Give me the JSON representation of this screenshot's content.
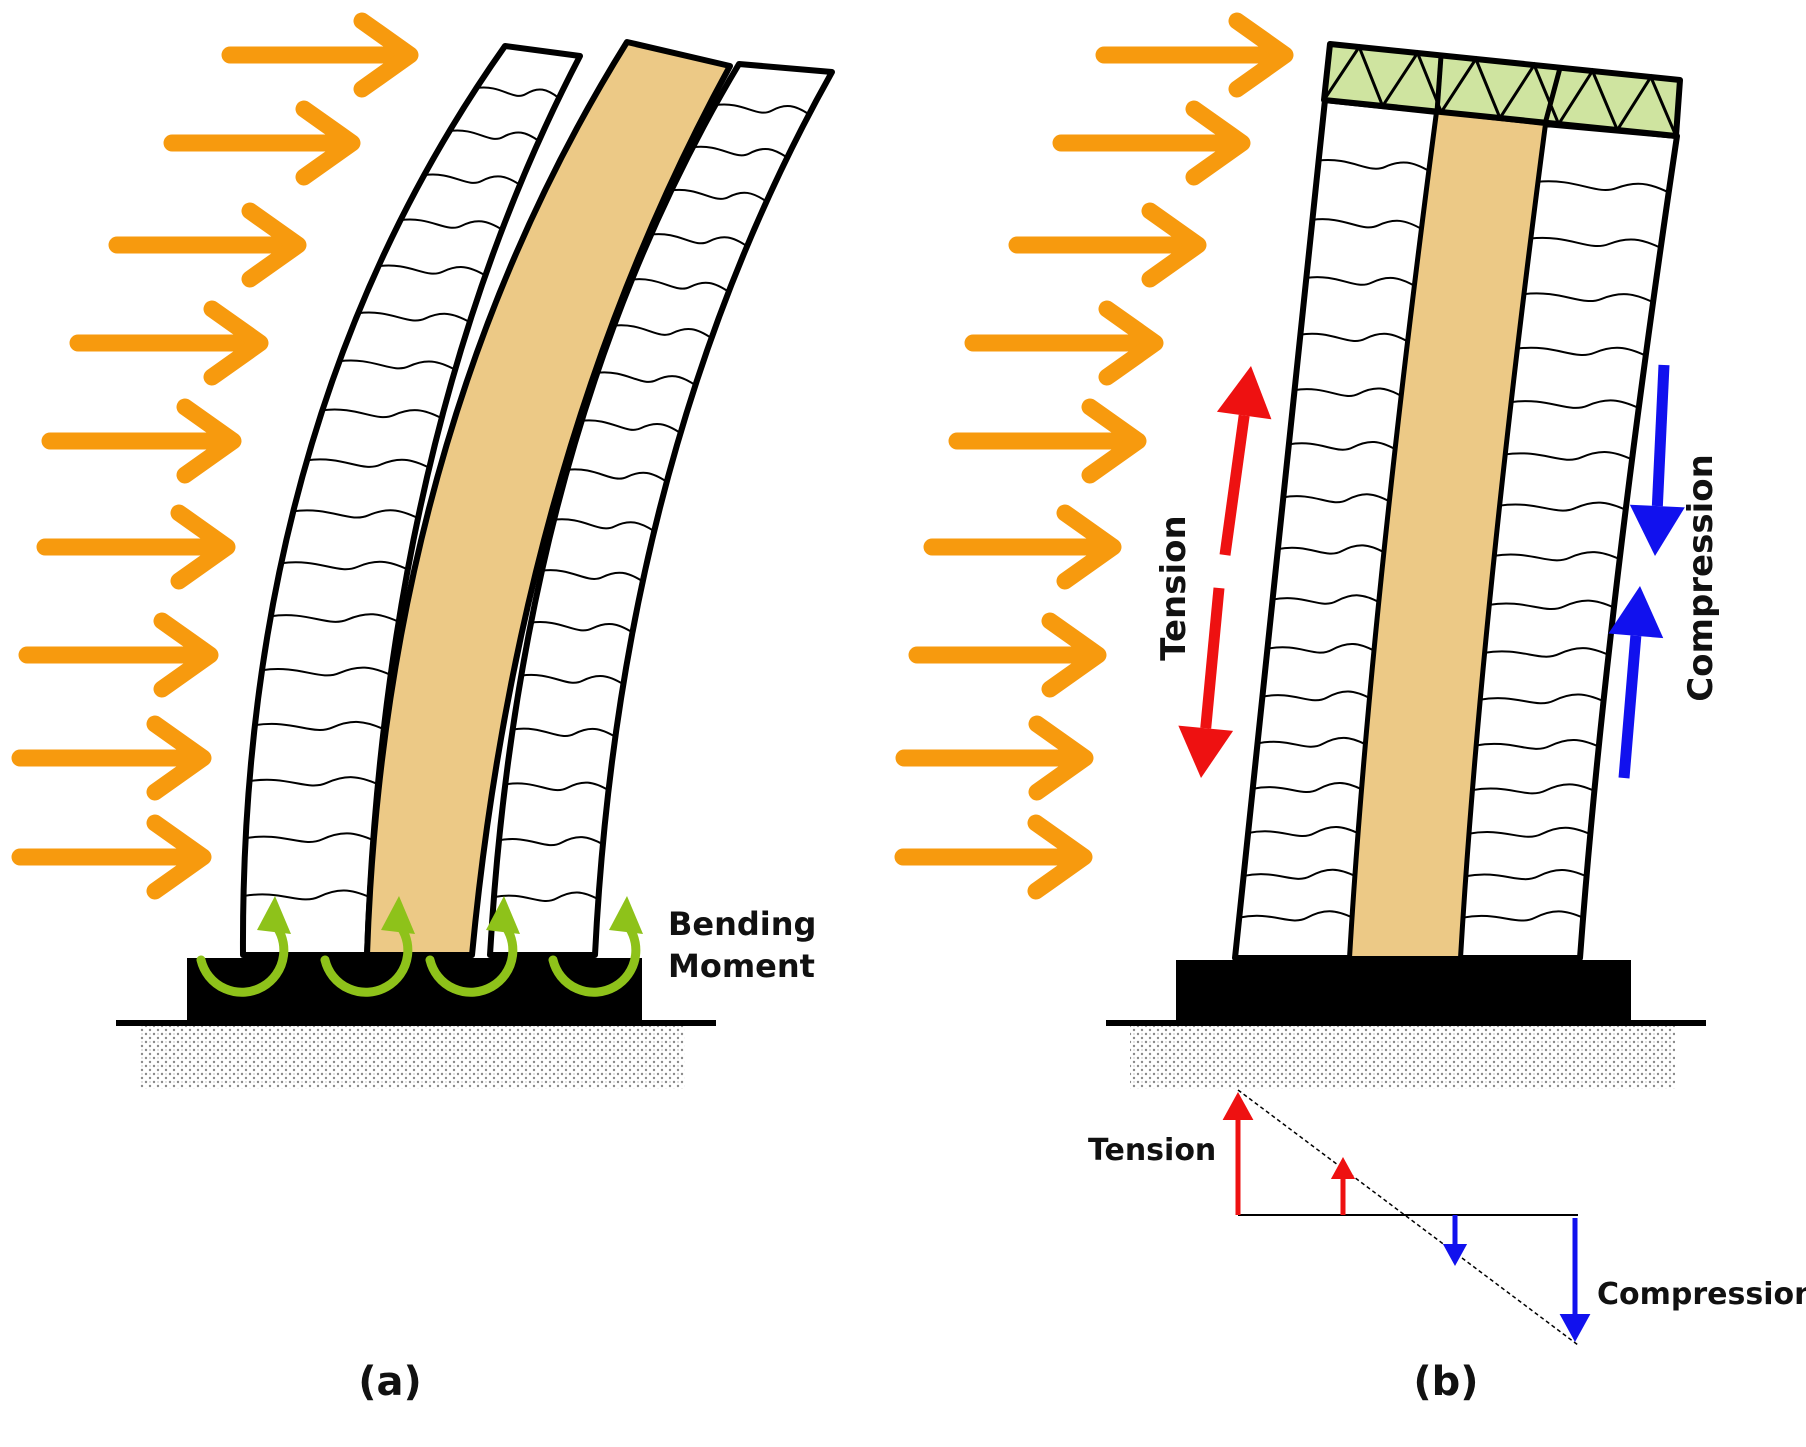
{
  "panels": [
    {
      "id": "a",
      "caption": "(a)",
      "moment_label_line1": "Bending",
      "moment_label_line2": "Moment"
    },
    {
      "id": "b",
      "caption": "(b)",
      "side_tension_label": "Tension",
      "side_compression_label": "Compression",
      "base_tension_label": "Tension",
      "base_compression_label": "Compression"
    }
  ],
  "colors": {
    "wind_arrow": "#f79a0e",
    "core": "#ecc986",
    "outrigger": "#cfe4a0",
    "moment_arrow": "#8ec21a",
    "tension": "#ee1111",
    "compression": "#1111ee",
    "foundation": "#000000",
    "soil": "#b8b8b8"
  },
  "icons": {
    "wind": "arrow-right-icon",
    "moment": "curved-arrow-icon",
    "tension": "arrow-up-icon",
    "compression": "arrow-down-icon"
  }
}
